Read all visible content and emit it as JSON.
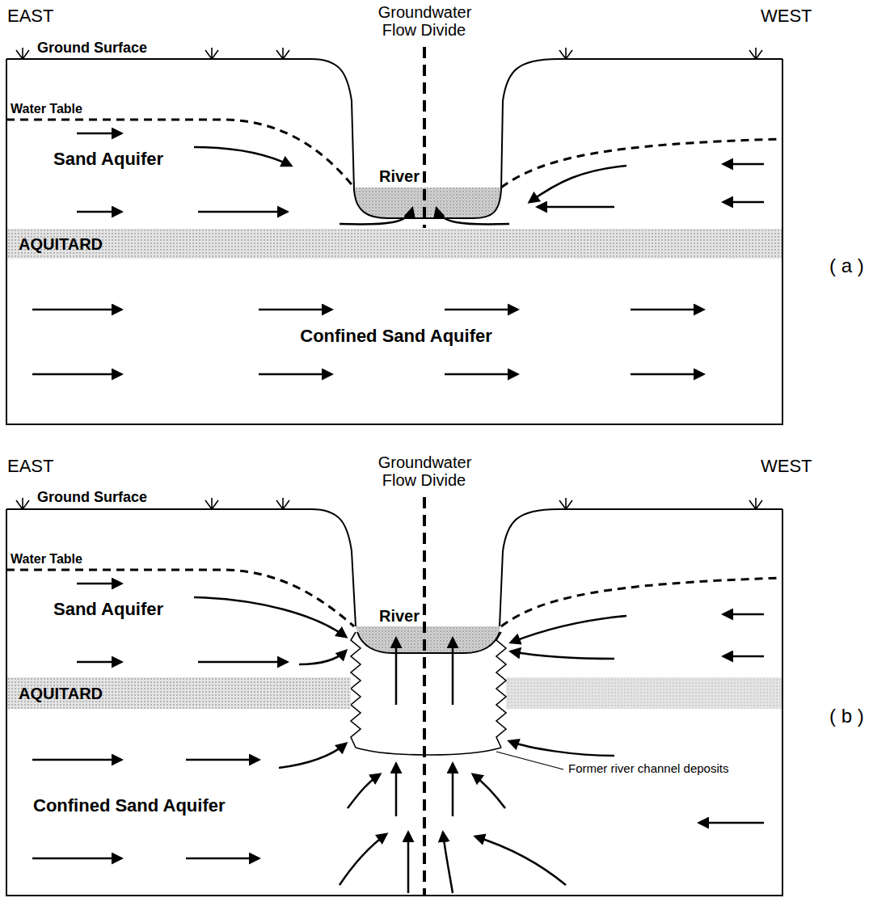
{
  "diagram": {
    "nodes": [
      {
        "text": [
          "AQUITARD"
        ]
      },
      {
        "text": [
          "AQUITARD"
        ]
      }
    ],
    "labels": [
      "EAST",
      "Groundwater Flow Divide",
      "WEST",
      "Ground Surface",
      "Water Table",
      "River",
      "Sand Aquifer",
      "Confined Sand Aquifer",
      "( a )",
      "EAST",
      "Groundwater Flow Divide",
      "WEST",
      "Ground Surface",
      "Water Table",
      "River",
      "Sand Aquifer",
      "Confined Sand Aquifer",
      "Former river channel deposits",
      "( b )"
    ]
  }
}
